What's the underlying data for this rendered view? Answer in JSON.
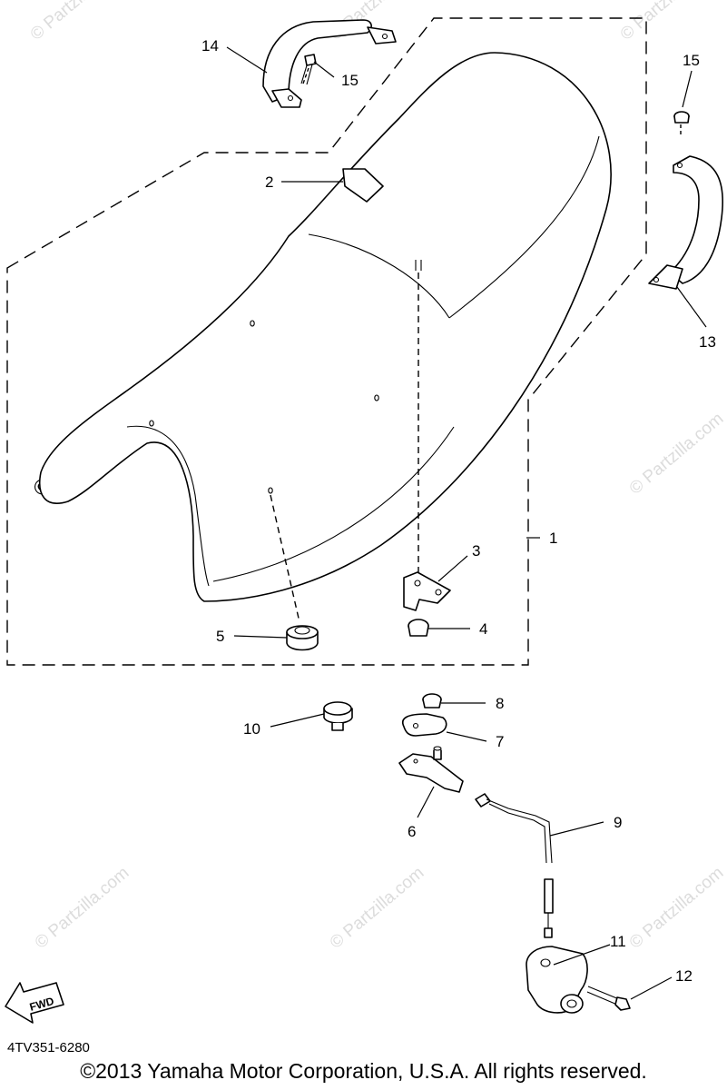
{
  "callouts": {
    "c1": "1",
    "c2": "2",
    "c3": "3",
    "c4": "4",
    "c5": "5",
    "c6": "6",
    "c7": "7",
    "c8": "8",
    "c9": "9",
    "c10": "10",
    "c11": "11",
    "c12": "12",
    "c13": "13",
    "c14": "14",
    "c15a": "15",
    "c15b": "15"
  },
  "watermark": "© Partzilla.com",
  "fwd_label": "FWD",
  "diagram_code": "4TV351-6280",
  "copyright": "©2013 Yamaha Motor Corporation, U.S.A. All rights reserved.",
  "colors": {
    "line": "#000000",
    "watermark": "#dcdcdc",
    "background": "#ffffff"
  }
}
